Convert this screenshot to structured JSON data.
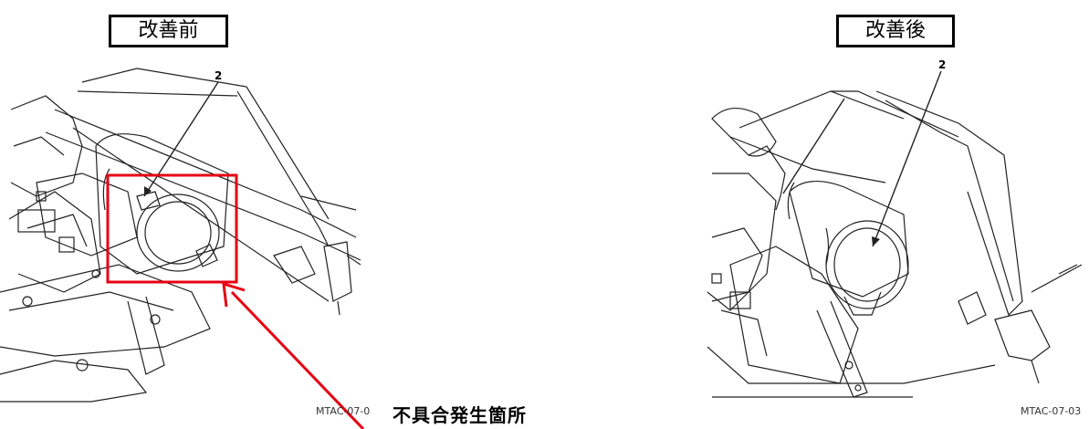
{
  "before": {
    "label": "改善前",
    "callout_number": "2",
    "drawing_code": "MTAC-07-0"
  },
  "after": {
    "label": "改善後",
    "callout_number": "2",
    "drawing_code": "MTAC-07-03"
  },
  "problem_annotation": {
    "label": "不具合発生箇所",
    "color": "#e60012"
  }
}
